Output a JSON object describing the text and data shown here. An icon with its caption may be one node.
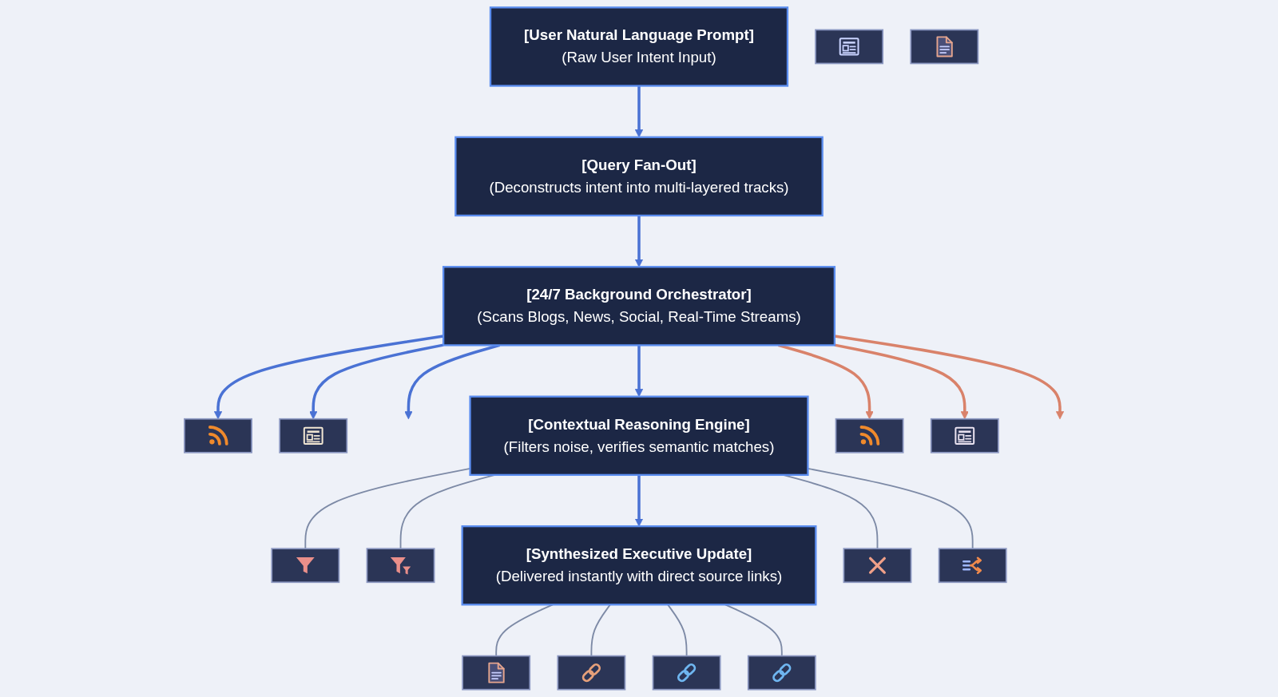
{
  "diagram": {
    "nodes": [
      {
        "text": [
          "[User Natural Language Prompt]",
          "(Raw User Intent Input)"
        ]
      },
      {
        "text": [
          "[Query Fan-Out]",
          "(Deconstructs intent into multi-layered tracks)"
        ]
      },
      {
        "text": [],
        "shape": "picture"
      },
      {
        "text": [],
        "shape": "picture"
      },
      {
        "text": [],
        "shape": "picture"
      },
      {
        "text": [],
        "shape": "picture"
      },
      {
        "text": [
          "[24/7 Background Orchestrator]",
          "(Scans Blogs, News, Social, Real-Time Streams)"
        ]
      },
      {
        "text": [],
        "shape": "picture"
      },
      {
        "text": [],
        "shape": "picture"
      },
      {
        "text": [
          "[Contextual Reasoning Engine]",
          "(Filters noise, verifies semantic matches)"
        ]
      },
      {
        "text": [],
        "shape": "picture"
      },
      {
        "text": [],
        "shape": "picture"
      },
      {
        "text": [],
        "shape": "picture"
      },
      {
        "text": [],
        "shape": "picture"
      },
      {
        "text": [
          "[Synthesized Executive Update]",
          "(Delivered instantly with direct source links)"
        ]
      },
      {
        "text": [],
        "shape": "picture"
      },
      {
        "text": [],
        "shape": "picture"
      },
      {
        "text": [],
        "shape": "picture"
      },
      {
        "text": [],
        "shape": "picture"
      }
    ],
    "edges": [
      {
        "from": 0,
        "to": 1,
        "arrow": "to"
      },
      {
        "from": 1,
        "to": 6,
        "arrow": "to"
      },
      {
        "from": 6,
        "to": 2,
        "arrow": "to"
      },
      {
        "from": 6,
        "to": 5,
        "arrow": "to"
      },
      {
        "from": 6,
        "to": null,
        "arrow": "to"
      },
      {
        "from": 6,
        "to": 9,
        "arrow": "to"
      },
      {
        "from": 6,
        "to": 3,
        "arrow": "to",
        "color": "#d9826a"
      },
      {
        "from": 6,
        "to": 7,
        "arrow": "to",
        "color": "#d9826a"
      },
      {
        "from": 6,
        "to": null,
        "arrow": "to",
        "color": "#d9826a"
      },
      {
        "from": 9,
        "to": 8,
        "arrow": "none",
        "color": "#7d8aa6"
      },
      {
        "from": 9,
        "to": 11,
        "arrow": "none",
        "color": "#7d8aa6"
      },
      {
        "from": 9,
        "to": 14,
        "arrow": "to"
      },
      {
        "from": 9,
        "to": 10,
        "arrow": "none",
        "color": "#7d8aa6"
      },
      {
        "from": 9,
        "to": 12,
        "arrow": "none",
        "color": "#7d8aa6"
      },
      {
        "from": 14,
        "to": 13,
        "arrow": "none",
        "color": "#7d8aa6"
      },
      {
        "from": 14,
        "to": 17,
        "arrow": "none",
        "color": "#7d8aa6"
      },
      {
        "from": 14,
        "to": 15,
        "arrow": "none",
        "color": "#7d8aa6"
      },
      {
        "from": 14,
        "to": 18,
        "arrow": "none",
        "color": "#7d8aa6"
      }
    ]
  }
}
